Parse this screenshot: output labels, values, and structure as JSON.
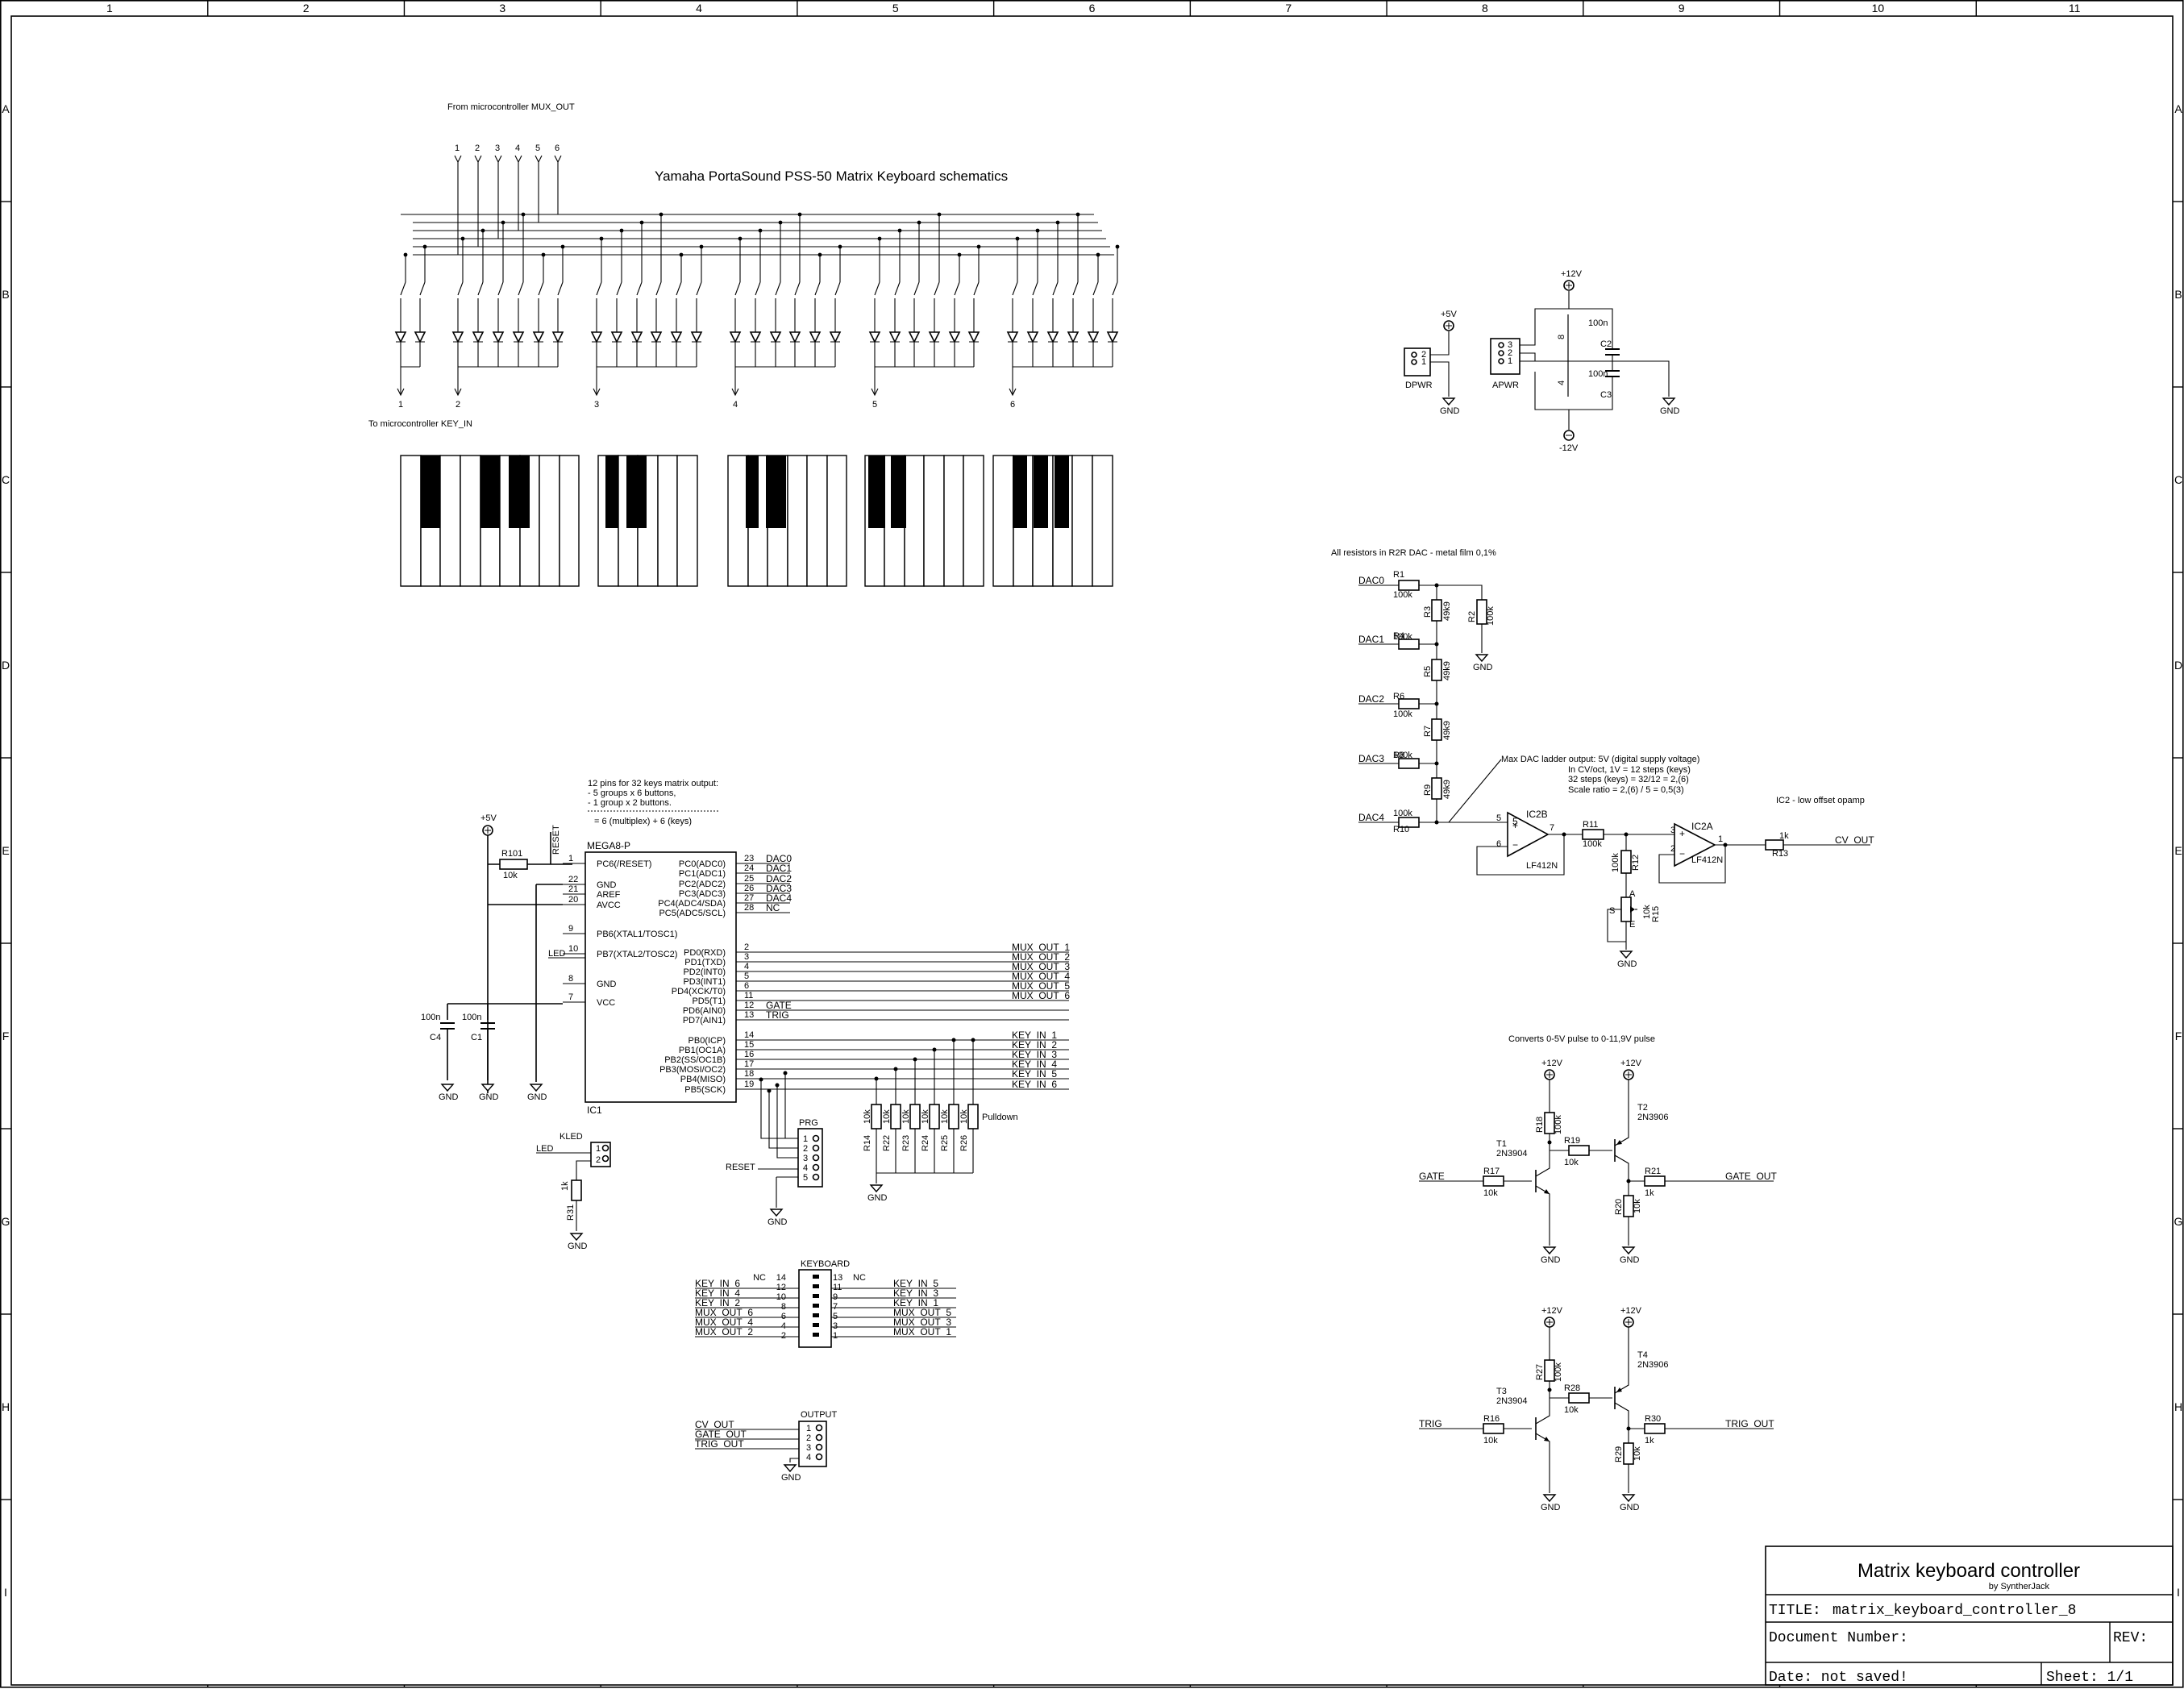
{
  "frame": {
    "columns": [
      "1",
      "2",
      "3",
      "4",
      "5",
      "6",
      "7",
      "8",
      "9",
      "10",
      "11"
    ],
    "rows": [
      "A",
      "B",
      "C",
      "D",
      "E",
      "F",
      "G",
      "H",
      "I"
    ]
  },
  "matrix": {
    "from_label": "From microcontroller MUX_OUT",
    "title": "Yamaha PortaSound PSS-50 Matrix Keyboard schematics",
    "to_label": "To microcontroller KEY_IN",
    "mux_numbers": [
      "1",
      "2",
      "3",
      "4",
      "5",
      "6"
    ],
    "key_numbers": [
      "1",
      "2",
      "3",
      "4",
      "5",
      "6"
    ]
  },
  "mcu": {
    "note": [
      "12 pins for 32 keys matrix output:",
      " - 5 groups x 6 buttons,",
      " - 1 group x 2 buttons.",
      "= 6 (multiplex) + 6 (keys)"
    ],
    "name": "MEGA8-P",
    "ref": "IC1",
    "reset_net": "RESET",
    "vcc_label": "+5V",
    "r101": {
      "ref": "R101",
      "value": "10k"
    },
    "c4": {
      "ref": "C4",
      "value": "100n"
    },
    "c1": {
      "ref": "C1",
      "value": "100n"
    },
    "gnd": "GND",
    "led_net": "LED",
    "left_pins": [
      {
        "num": "1",
        "name": "PC6(/RESET)"
      },
      {
        "num": "22",
        "name": "GND"
      },
      {
        "num": "21",
        "name": "AREF"
      },
      {
        "num": "20",
        "name": "AVCC"
      },
      {
        "num": "9",
        "name": "PB6(XTAL1/TOSC1)"
      },
      {
        "num": "10",
        "name": "PB7(XTAL2/TOSC2)"
      },
      {
        "num": "8",
        "name": "GND"
      },
      {
        "num": "7",
        "name": "VCC"
      }
    ],
    "right_pins": [
      {
        "num": "23",
        "name": "PC0(ADC0)",
        "net": "DAC0"
      },
      {
        "num": "24",
        "name": "PC1(ADC1)",
        "net": "DAC1"
      },
      {
        "num": "25",
        "name": "PC2(ADC2)",
        "net": "DAC2"
      },
      {
        "num": "26",
        "name": "PC3(ADC3)",
        "net": "DAC3"
      },
      {
        "num": "27",
        "name": "PC4(ADC4/SDA)",
        "net": "DAC4"
      },
      {
        "num": "28",
        "name": "PC5(ADC5/SCL)",
        "net": "NC"
      },
      {
        "num": "2",
        "name": "PD0(RXD)",
        "net": "MUX_OUT_1"
      },
      {
        "num": "3",
        "name": "PD1(TXD)",
        "net": "MUX_OUT_2"
      },
      {
        "num": "4",
        "name": "PD2(INT0)",
        "net": "MUX_OUT_3"
      },
      {
        "num": "5",
        "name": "PD3(INT1)",
        "net": "MUX_OUT_4"
      },
      {
        "num": "6",
        "name": "PD4(XCK/T0)",
        "net": "MUX_OUT_5"
      },
      {
        "num": "11",
        "name": "PD5(T1)",
        "net": "MUX_OUT_6"
      },
      {
        "num": "12",
        "name": "PD6(AIN0)",
        "net": "GATE"
      },
      {
        "num": "13",
        "name": "PD7(AIN1)",
        "net": "TRIG"
      },
      {
        "num": "14",
        "name": "PB0(ICP)",
        "net": "KEY_IN_1"
      },
      {
        "num": "15",
        "name": "PB1(OC1A)",
        "net": "KEY_IN_2"
      },
      {
        "num": "16",
        "name": "PB2(SS/OC1B)",
        "net": "KEY_IN_3"
      },
      {
        "num": "17",
        "name": "PB3(MOSI/OC2)",
        "net": "KEY_IN_4"
      },
      {
        "num": "18",
        "name": "PB4(MISO)",
        "net": "KEY_IN_5"
      },
      {
        "num": "19",
        "name": "PB5(SCK)",
        "net": "KEY_IN_6"
      }
    ],
    "pulldowns": [
      "R14",
      "R22",
      "R23",
      "R24",
      "R25",
      "R26"
    ],
    "pulldown_value": "10k",
    "pulldown_label": "Pulldown",
    "prg": {
      "name": "PRG",
      "pins": [
        "1",
        "2",
        "3",
        "4",
        "5"
      ],
      "reset": "RESET"
    },
    "kled": {
      "name": "KLED",
      "pins": [
        "1",
        "2"
      ],
      "led": "LED",
      "r31": "R31",
      "r31_value": "1k"
    }
  },
  "keyboard": {
    "name": "KEYBOARD",
    "rows": [
      {
        "l_net": "NC",
        "l_pin": "14",
        "r_pin": "13",
        "r_net": "NC"
      },
      {
        "l_net": "KEY_IN_6",
        "l_pin": "12",
        "r_pin": "11",
        "r_net": "KEY_IN_5"
      },
      {
        "l_net": "KEY_IN_4",
        "l_pin": "10",
        "r_pin": "9",
        "r_net": "KEY_IN_3"
      },
      {
        "l_net": "KEY_IN_2",
        "l_pin": "8",
        "r_pin": "7",
        "r_net": "KEY_IN_1"
      },
      {
        "l_net": "MUX_OUT_6",
        "l_pin": "6",
        "r_pin": "5",
        "r_net": "MUX_OUT_5"
      },
      {
        "l_net": "MUX_OUT_4",
        "l_pin": "4",
        "r_pin": "3",
        "r_net": "MUX_OUT_3"
      },
      {
        "l_net": "MUX_OUT_2",
        "l_pin": "2",
        "r_pin": "1",
        "r_net": "MUX_OUT_1"
      }
    ]
  },
  "output": {
    "name": "OUTPUT",
    "nets": [
      "CV_OUT",
      "GATE_OUT",
      "TRIG_OUT"
    ],
    "pins": [
      "1",
      "2",
      "3",
      "4"
    ],
    "gnd": "GND"
  },
  "power": {
    "dpwr": "DPWR",
    "apwr": "APWR",
    "v5": "+5V",
    "v12p": "+12V",
    "v12n": "-12V",
    "gnd": "GND",
    "c2": {
      "ref": "C2",
      "value": "100n"
    },
    "c3": {
      "ref": "C3",
      "value": "100n"
    },
    "pin8": "8",
    "pin4": "4",
    "apwr_pins": [
      "3",
      "2",
      "1"
    ],
    "dpwr_pins": [
      "2",
      "1"
    ]
  },
  "dac": {
    "header": "All resistors in R2R DAC - metal film 0,1%",
    "inputs": [
      "DAC0",
      "DAC1",
      "DAC2",
      "DAC3",
      "DAC4"
    ],
    "series": [
      {
        "ref": "R1",
        "value": "100k"
      },
      {
        "ref": "R4",
        "value": "100k"
      },
      {
        "ref": "R6",
        "value": "100k"
      },
      {
        "ref": "R8",
        "value": "100k"
      },
      {
        "ref": "R10",
        "value": "100k"
      }
    ],
    "ladder": [
      {
        "ref": "R3",
        "value": "49k9"
      },
      {
        "ref": "R5",
        "value": "49k9"
      },
      {
        "ref": "R7",
        "value": "49k9"
      },
      {
        "ref": "R9",
        "value": "49k9"
      }
    ],
    "r2": {
      "ref": "R2",
      "value": "100k"
    },
    "gnd": "GND",
    "note": [
      "Max DAC ladder output: 5V (digital supply voltage)",
      "In CV/oct, 1V = 12 steps (keys)",
      "32 steps (keys)  = 32/12 = 2,(6)",
      "Scale ratio = 2,(6) / 5 = 0,5(3)"
    ],
    "ic2b": {
      "ref": "IC2B",
      "part": "LF412N",
      "pins": [
        "5",
        "6",
        "7"
      ]
    },
    "ic2a": {
      "ref": "IC2A",
      "part": "LF412N",
      "pins": [
        "3",
        "2",
        "1"
      ]
    },
    "ic2_note": "IC2 - low offset opamp",
    "r11": {
      "ref": "R11",
      "value": "100k"
    },
    "r12": {
      "ref": "R12",
      "value": "100k"
    },
    "r15": {
      "ref": "R15",
      "value": "10k"
    },
    "r15_pins": [
      "A",
      "S",
      "E"
    ],
    "r13": {
      "ref": "R13",
      "value": "1k"
    },
    "out_net": "CV_OUT"
  },
  "pulse": {
    "header": "Converts 0-5V pulse to 0-11,9V pulse",
    "stages": [
      {
        "in": "GATE",
        "out": "GATE_OUT",
        "rin": "R17",
        "rin_v": "10k",
        "rpu": "R18",
        "rpu_v": "100k",
        "rmid": "R19",
        "rmid_v": "10k",
        "rout": "R21",
        "rout_v": "1k",
        "rpd": "R20",
        "rpd_v": "10k",
        "t_npn": "T1",
        "t_npn_part": "2N3904",
        "t_pnp": "T2",
        "t_pnp_part": "2N3906"
      },
      {
        "in": "TRIG",
        "out": "TRIG_OUT",
        "rin": "R16",
        "rin_v": "10k",
        "rpu": "R27",
        "rpu_v": "100k",
        "rmid": "R28",
        "rmid_v": "10k",
        "rout": "R30",
        "rout_v": "1k",
        "rpd": "R29",
        "rpd_v": "10k",
        "t_npn": "T3",
        "t_npn_part": "2N3904",
        "t_pnp": "T4",
        "t_pnp_part": "2N3906"
      }
    ],
    "v12p": "+12V",
    "gnd": "GND"
  },
  "titleblock": {
    "title": "Matrix keyboard controller",
    "by": "by SyntherJack",
    "title_label": "TITLE:",
    "title_value": "matrix_keyboard_controller_8",
    "docnum": "Document Number:",
    "rev": "REV:",
    "date": "Date: not saved!",
    "sheet": "Sheet: 1/1"
  }
}
